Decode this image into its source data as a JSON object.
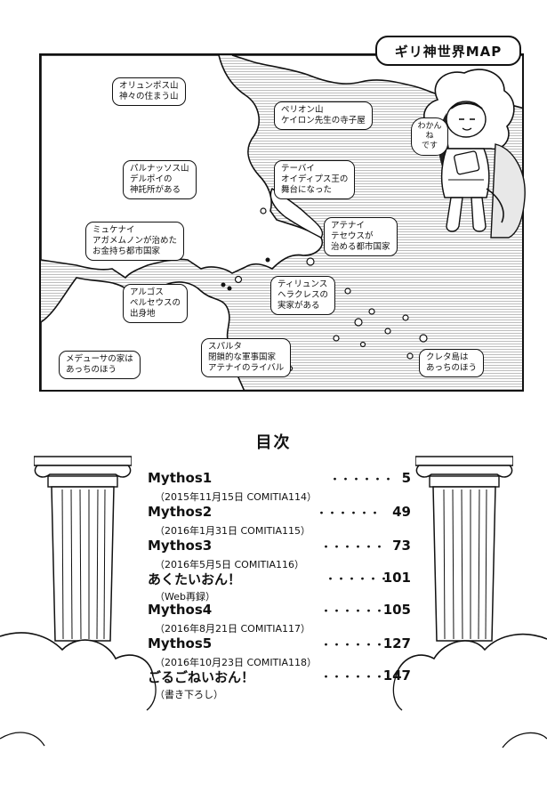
{
  "map": {
    "title": "ギリ神世界MAP",
    "labels": {
      "olympus": "オリュンポス山\n神々の住まう山",
      "pelion": "ペリオン山\nケイロン先生の寺子屋",
      "parnassus": "パルナッソス山\nデルポイの\n神託所がある",
      "thebes": "テーバイ\nオイディプス王の\n舞台になった",
      "athens": "アテナイ\nテセウスが\n治める都市国家",
      "mycenae": "ミュケナイ\nアガメムノンが治めた\nお金持ち都市国家",
      "tiryns": "ティリュンス\nヘラクレスの\n実家がある",
      "argos": "アルゴス\nペルセウスの\n出身地",
      "sparta": "スパルタ\n閉鎖的な軍事国家\nアテナイのライバル",
      "medusa": "メデューサの家は\nあっちのほう",
      "crete": "クレタ島は\nあっちのほう"
    },
    "speech_bubble": "わかんね\nです"
  },
  "toc": {
    "title": "目次",
    "entries": [
      {
        "label": "Mythos1",
        "dots": "・・・・・・",
        "page": "5",
        "sub": "（2015年11月15日 COMITIA114）"
      },
      {
        "label": "Mythos2",
        "dots": "・・・・・・",
        "page": "49",
        "sub": "（2016年1月31日 COMITIA115）"
      },
      {
        "label": "Mythos3",
        "dots": "・・・・・・",
        "page": "73",
        "sub": "（2016年5月5日 COMITIA116）"
      },
      {
        "label": "あくたいおん！",
        "dots": "・・・・・・",
        "page": "101",
        "sub": "（Web再録）"
      },
      {
        "label": "Mythos4",
        "dots": "・・・・・・",
        "page": "105",
        "sub": "（2016年8月21日 COMITIA117）"
      },
      {
        "label": "Mythos5",
        "dots": "・・・・・・",
        "page": "127",
        "sub": "（2016年10月23日 COMITIA118）"
      },
      {
        "label": "ごるごねいおん！",
        "dots": "・・・・・・",
        "page": "147",
        "sub": "（書き下ろし）"
      }
    ]
  }
}
